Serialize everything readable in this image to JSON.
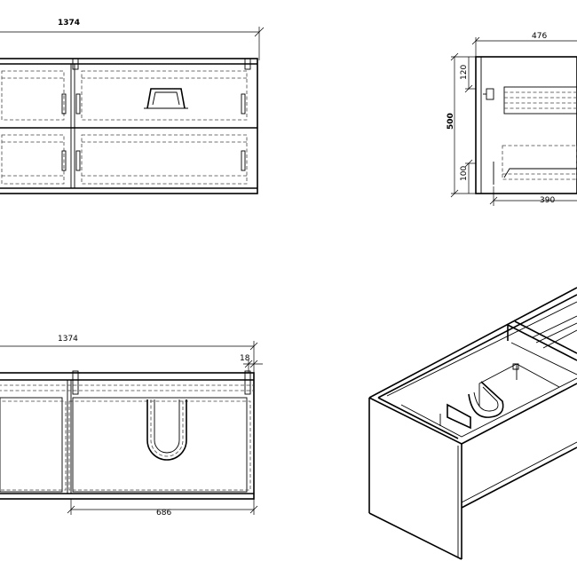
{
  "dimensions": {
    "top_view_width": "1374",
    "side_view_depth": "476",
    "side_view_height": "500",
    "side_view_top_gap": "120",
    "side_view_bottom_gap": "100",
    "side_view_inner_depth": "390",
    "front_view_width": "1374",
    "front_view_panel": "18",
    "front_view_half_width": "686"
  }
}
